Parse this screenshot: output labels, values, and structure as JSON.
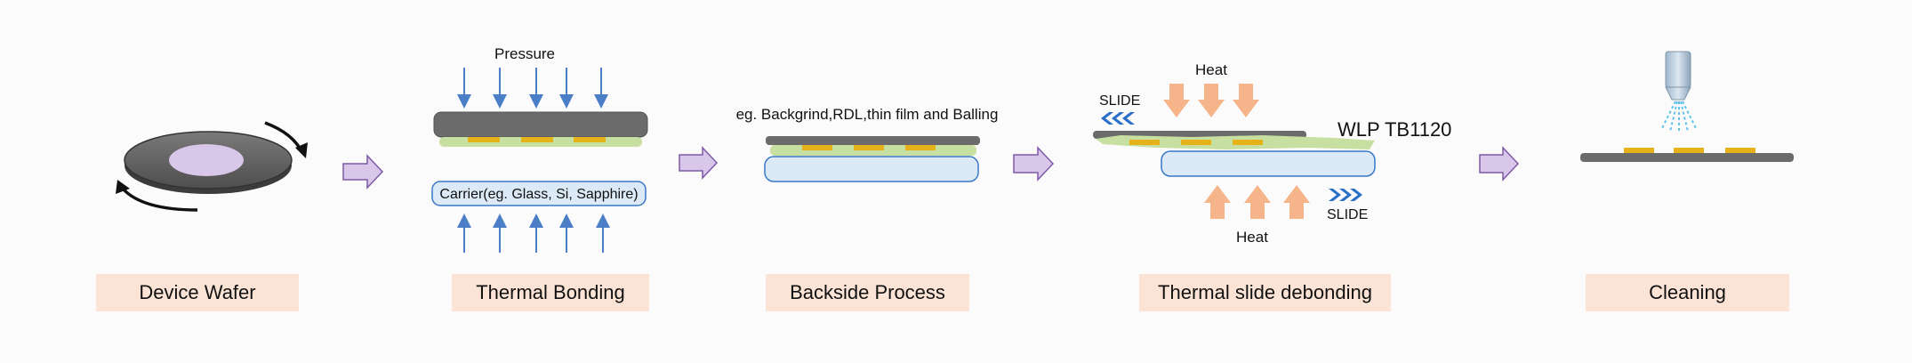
{
  "steps": [
    {
      "label": "Device Wafer"
    },
    {
      "label": "Thermal Bonding"
    },
    {
      "label": "Backside Process"
    },
    {
      "label": "Thermal slide debonding"
    },
    {
      "label": "Cleaning"
    }
  ],
  "bonding": {
    "pressure_label": "Pressure",
    "carrier_label": "Carrier(eg. Glass, Si, Sapphire)"
  },
  "backside": {
    "note": "eg. Backgrind,RDL,thin film and Balling"
  },
  "debonding": {
    "heat_top": "Heat",
    "heat_bottom": "Heat",
    "slide_left": "SLIDE",
    "slide_right": "SLIDE",
    "product": "WLP TB1120"
  },
  "colors": {
    "label_bg": "#fbe4d5",
    "flow_arrow": "#d9c7ea",
    "pressure_arrow": "#4a7fc8",
    "heat_arrow": "#f6b48a",
    "slide_arrow": "#2a6fc6",
    "carrier_fill": "#dbeaf6",
    "carrier_stroke": "#3b78c8",
    "adhesive": "#c7dfa0",
    "bump": "#e5b21a",
    "wafer": "#6b6b6b"
  }
}
